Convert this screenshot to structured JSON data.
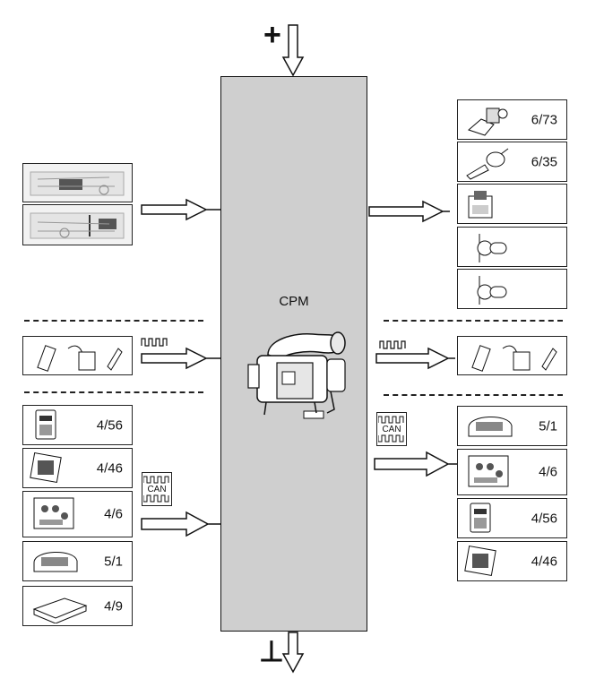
{
  "center": {
    "label": "CPM"
  },
  "power": {
    "plus": "+",
    "ground": "⊥"
  },
  "right_sensors": [
    "6/73",
    "6/35",
    "",
    "",
    ""
  ],
  "left_can_units": [
    "4/56",
    "4/46",
    "4/6",
    "5/1",
    "4/9"
  ],
  "right_can_units": [
    "5/1",
    "4/6",
    "4/56",
    "4/46"
  ],
  "can_label": "CAN",
  "icons": {
    "left_top_1": "engine-bay-photo-icon",
    "left_top_2": "engine-bay-photo-icon",
    "left_mid": "key-and-remote-icon",
    "right_mid": "key-and-remote-icon",
    "sensor_6_73": "valve-actuator-icon",
    "sensor_6_35": "sensor-probe-icon",
    "sensor_3": "pump-motor-icon",
    "sensor_4": "glow-plug-icon",
    "sensor_5": "glow-plug-icon",
    "can_module": "control-module-icon",
    "can_signal": "can-bus-signal-icon",
    "pulse_signal": "pulse-signal-icon"
  }
}
